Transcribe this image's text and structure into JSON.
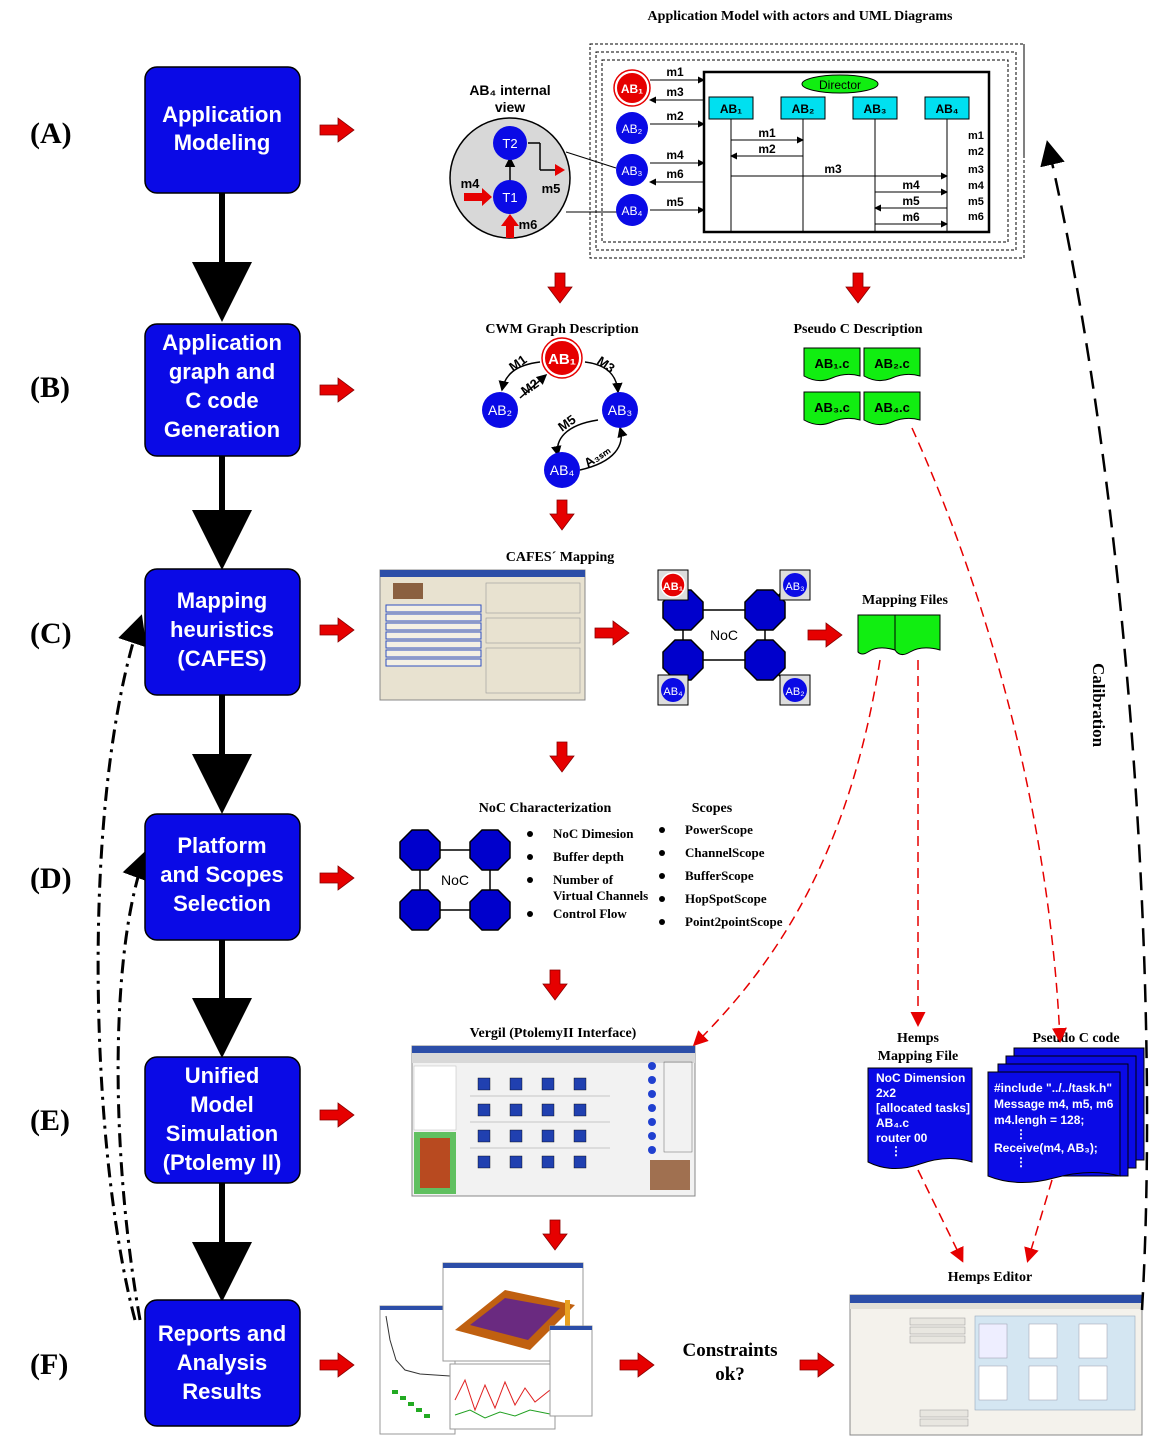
{
  "steps": [
    {
      "letter": "(A)",
      "lines": [
        "Application",
        "Modeling"
      ]
    },
    {
      "letter": "(B)",
      "lines": [
        "Application",
        "graph and",
        "C code",
        "Generation"
      ]
    },
    {
      "letter": "(C)",
      "lines": [
        "Mapping",
        "heuristics",
        "(CAFES)"
      ]
    },
    {
      "letter": "(D)",
      "lines": [
        "Platform",
        "and Scopes",
        "Selection"
      ]
    },
    {
      "letter": "(E)",
      "lines": [
        "Unified",
        "Model",
        "Simulation",
        "(Ptolemy II)"
      ]
    },
    {
      "letter": "(F)",
      "lines": [
        "Reports and",
        "Analysis",
        "Results"
      ]
    }
  ],
  "titles": {
    "app_model": "Application Model with  actors and UML Diagrams",
    "internal_view_1": "AB₄ internal",
    "internal_view_2": "view",
    "cwm": "CWM Graph Description",
    "pseudo_desc": "Pseudo C Description",
    "cafes": "CAFES´ Mapping",
    "mapping_files": "Mapping Files",
    "noc_char": "NoC Characterization",
    "scopes": "Scopes",
    "vergil": "Vergil (PtolemyII Interface)",
    "hemps_file_1": "Hemps",
    "hemps_file_2": "Mapping File",
    "pseudo_code": "Pseudo C code",
    "hemps_editor": "Hemps Editor",
    "constraints_1": "Constraints",
    "constraints_2": "ok?",
    "calibration": "Calibration"
  },
  "labels": {
    "director": "Director",
    "noc": "NoC",
    "ab1": "AB₁",
    "ab2": "AB₂",
    "ab3": "AB₃",
    "ab4": "AB₄",
    "t1": "T1",
    "t2": "T2",
    "m1": "m1",
    "m2": "m2",
    "m3": "m3",
    "m4": "m4",
    "m5": "m5",
    "m6": "m6",
    "M1": "M1",
    "M2": "M2",
    "M3": "M3",
    "M5": "M5",
    "A3sm": "A₃ₛₘ"
  },
  "files": [
    "AB₁.c",
    "AB₂.c",
    "AB₃.c",
    "AB₄.c"
  ],
  "noc_char_items": [
    "NoC Dimesion",
    "Buffer depth",
    "Number of",
    "Virtual Channels",
    "Control Flow"
  ],
  "scope_items": [
    "PowerScope",
    "ChannelScope",
    "BufferScope",
    "HopSpotScope",
    "Point2pointScope"
  ],
  "hemps_file_lines": [
    "NoC Dimension",
    "2x2",
    "[allocated tasks]",
    "AB₄.c",
    "router 00",
    "⋮"
  ],
  "pseudo_code_lines": [
    "#include \"../../task.h\"",
    "Message m4, m5, m6",
    "m4.lengh = 128;",
    "⋮",
    "Receive(m4, AB₃);",
    "⋮"
  ],
  "colors": {
    "step_box": "#0a0ae6",
    "arrow_red": "#e60000",
    "cyan": "#00e0f0",
    "green": "#11ee11",
    "noc_node": "#0000cc"
  }
}
